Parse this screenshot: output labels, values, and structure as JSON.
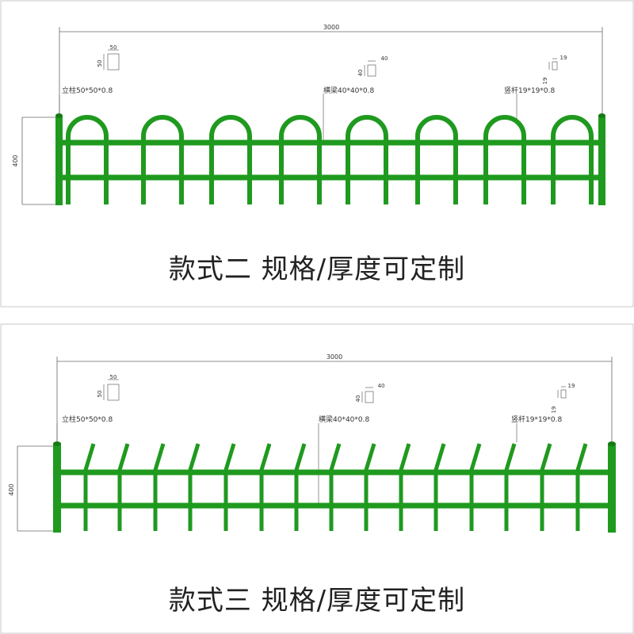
{
  "style2": {
    "caption": "款式二 规格/厚度可定制",
    "width_dim": "3000",
    "height_dim": "400",
    "post_label": "立柱50*50*0.8",
    "post_w": "50",
    "post_h": "50",
    "beam_label": "横梁40*40*0.8",
    "beam_w": "40",
    "beam_h": "40",
    "picket_label": "竖杆19*19*0.8",
    "picket_w": "19",
    "picket_h": "19"
  },
  "style3": {
    "caption": "款式三 规格/厚度可定制",
    "width_dim": "3000",
    "height_dim": "400",
    "post_label": "立柱50*50*0.8",
    "post_w": "50",
    "post_h": "50",
    "beam_label": "横梁40*40*0.8",
    "beam_w": "40",
    "beam_h": "40",
    "picket_label": "竖杆19*19*0.8",
    "picket_w": "19",
    "picket_h": "19"
  },
  "colors": {
    "fence_green": "#1f9a1f",
    "fence_dark": "#167a16",
    "dimension_line": "#666666",
    "frame_border": "#c8c8c8"
  }
}
